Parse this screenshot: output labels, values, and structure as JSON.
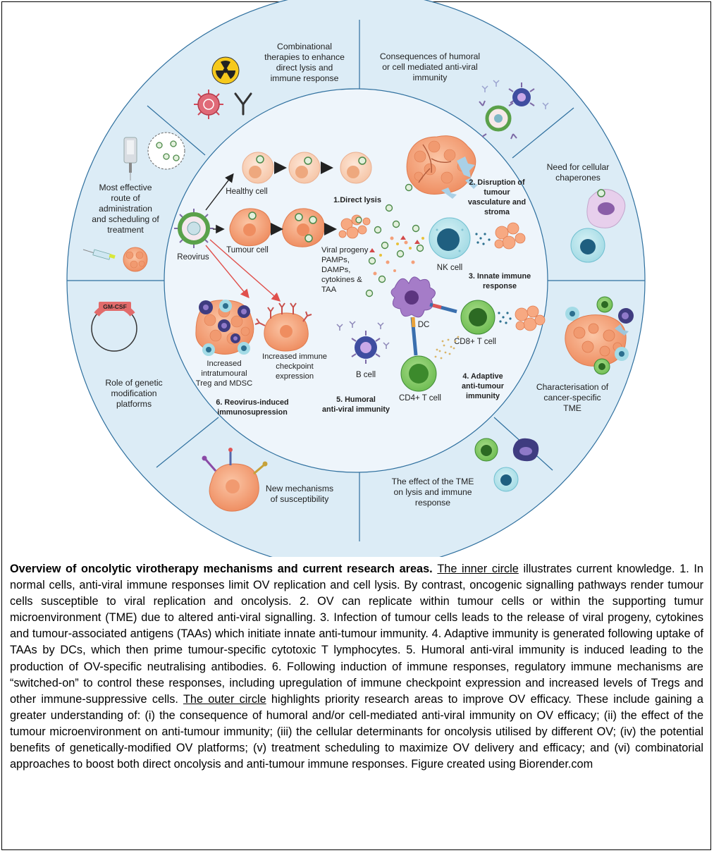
{
  "outer": {
    "seg_combination": [
      "Combinational",
      "therapies to enhance",
      "direct lysis and",
      "immune response"
    ],
    "seg_humoral": [
      "Consequences of humoral",
      "or cell mediated anti-viral",
      "immunity"
    ],
    "seg_chaperones": [
      "Need for cellular",
      "chaperones"
    ],
    "seg_tme": [
      "Characterisation of",
      "cancer-specific",
      "TME"
    ],
    "seg_effect_tme": [
      "The effect of the TME",
      "on lysis and immune",
      "response"
    ],
    "seg_susceptibility": [
      "New mechanisms",
      "of susceptibility"
    ],
    "seg_genetic": [
      "Role of genetic",
      "modification",
      "platforms"
    ],
    "seg_route": [
      "Most effective",
      "route of",
      "administration",
      "and scheduling of",
      "treatment"
    ],
    "gmcsf": "GM-CSF"
  },
  "inner": {
    "healthy_cell": "Healthy cell",
    "reovirus": "Reovirus",
    "tumour_cell": "Tumour cell",
    "direct_lysis": "1.Direct lysis",
    "disruption": [
      "2. Disruption of",
      "tumour",
      "vasculature and",
      "stroma"
    ],
    "viral_progeny": [
      "Viral progeny",
      "PAMPs,",
      "DAMPs,",
      "cytokines &",
      "TAA"
    ],
    "nk_cell": "NK cell",
    "innate": [
      "3. Innate immune",
      "response"
    ],
    "dc": "DC",
    "cd8": "CD8+ T cell",
    "adaptive": [
      "4. Adaptive",
      "anti-tumour",
      "immunity"
    ],
    "cd4": "CD4+ T cell",
    "b_cell": "B cell",
    "humoral": [
      "5. Humoral",
      "anti-viral immunity"
    ],
    "treg": [
      "Increased",
      "intratumoural",
      "Treg and MDSC"
    ],
    "checkpoint": [
      "Increased immune",
      "checkpoint",
      "expression"
    ],
    "immunosup": [
      "6. Reovirus-induced",
      "immunosupression"
    ]
  },
  "caption": {
    "title": "Overview of oncolytic virotherapy mechanisms and current research areas",
    "title_end": ". ",
    "inner_label": "The inner circle",
    "part1": " illustrates current knowledge.  1. In normal cells, anti-viral immune responses limit OV replication and cell lysis.  By contrast, oncogenic signalling pathways render tumour cells susceptible to viral replication and oncolysis.  2. OV can replicate within tumour cells or within the supporting tumur microenvironment (TME) due to altered anti-viral signalling.  3. Infection of tumour cells leads to the release of viral progeny, cytokines and tumour-associated antigens (TAAs) which initiate innate anti-tumour immunity.  4. Adaptive immunity is generated following uptake of TAAs by DCs, which then prime tumour-specific cytotoxic T lymphocytes.  5. Humoral anti-viral immunity is induced leading to the production of OV-specific neutralising antibodies.  6. Following induction of immune responses, regulatory immune mechanisms are “switched-on” to control these responses, including upregulation of immune checkpoint expression and increased levels of Tregs and other immune-suppressive cells.  ",
    "outer_label": "The outer circle",
    "part2": " highlights priority research areas to improve OV efficacy.  These include gaining a greater understanding of: (i) the consequence of humoral and/or cell-mediated anti-viral immunity on OV efficacy; (ii) the effect of the tumour microenvironment on anti-tumour immunity; (iii) the cellular determinants for oncolysis utilised by different OV; (iv) the potential benefits of genetically-modified OV platforms; (v) treatment scheduling to maximize OV delivery and efficacy; and (vi) combinatorial approaches to boost both direct oncolysis and anti-tumour immune responses. Figure created using Biorender.com"
  },
  "colors": {
    "outer_ring": "#dcecf6",
    "inner_circle": "#eef5fb",
    "ring_border": "#2e6f9e",
    "tumour": "#f4a07a",
    "virus": "#4d8a4a"
  }
}
